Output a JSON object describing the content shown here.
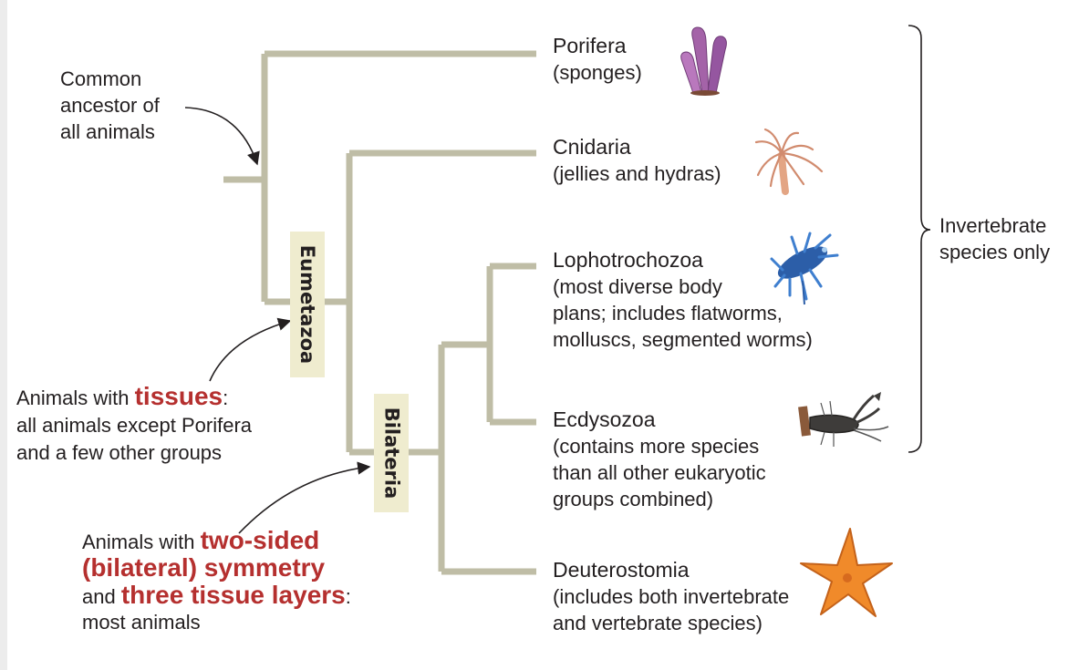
{
  "colors": {
    "branch": "#bfbda6",
    "highlight": "#b5302f",
    "label_bg": "#efeccf"
  },
  "ancestor_label": [
    "Common",
    "ancestor of",
    "all animals"
  ],
  "clade_labels": {
    "eumetazoa": "Eumetazoa",
    "bilateria": "Bilateria"
  },
  "tissues_note": {
    "prefix": "Animals with ",
    "highlight": "tissues",
    "suffix": ":",
    "line2": "all animals except Porifera",
    "line3": "and a few other groups"
  },
  "bilateral_note": {
    "prefix": "Animals with ",
    "highlight1": "two-sided",
    "highlight2": "(bilateral) symmetry",
    "and": "and ",
    "highlight3": "three tissue layers",
    "colon": ":",
    "last": "most animals"
  },
  "taxa": [
    {
      "name": "Porifera",
      "desc": [
        "(sponges)"
      ],
      "icon": "sponge-icon"
    },
    {
      "name": "Cnidaria",
      "desc": [
        "(jellies and hydras)"
      ],
      "icon": "hydra-icon"
    },
    {
      "name": "Lophotrochozoa",
      "desc": [
        "(most diverse body",
        "plans; includes flatworms,",
        "molluscs, segmented worms)"
      ],
      "icon": "sea-slug-icon"
    },
    {
      "name": "Ecdysozoa",
      "desc": [
        "(contains more species",
        "than all other eukaryotic",
        "groups combined)"
      ],
      "icon": "lobster-icon"
    },
    {
      "name": "Deuterostomia",
      "desc": [
        "(includes both invertebrate",
        "and vertebrate species)"
      ],
      "icon": "starfish-icon"
    }
  ],
  "brace_label": [
    "Invertebrate",
    "species only"
  ]
}
